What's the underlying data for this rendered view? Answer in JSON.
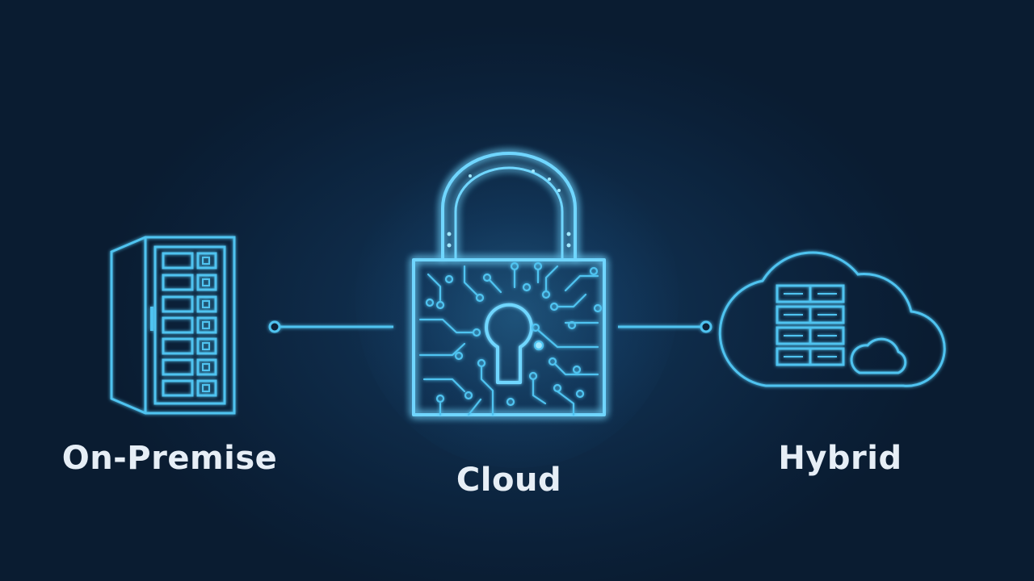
{
  "diagram": {
    "nodes": [
      {
        "id": "on-premise",
        "label": "On-Premise",
        "icon": "server-rack-icon"
      },
      {
        "id": "cloud",
        "label": "Cloud",
        "icon": "circuit-padlock-icon"
      },
      {
        "id": "hybrid",
        "label": "Hybrid",
        "icon": "cloud-servers-icon"
      }
    ],
    "edges": [
      {
        "from": "on-premise",
        "to": "cloud"
      },
      {
        "from": "cloud",
        "to": "hybrid"
      }
    ]
  },
  "colors": {
    "background": "#0b2038",
    "accent": "#4fc3f0",
    "glow": "#7fdcff",
    "label": "#e6eef6"
  }
}
